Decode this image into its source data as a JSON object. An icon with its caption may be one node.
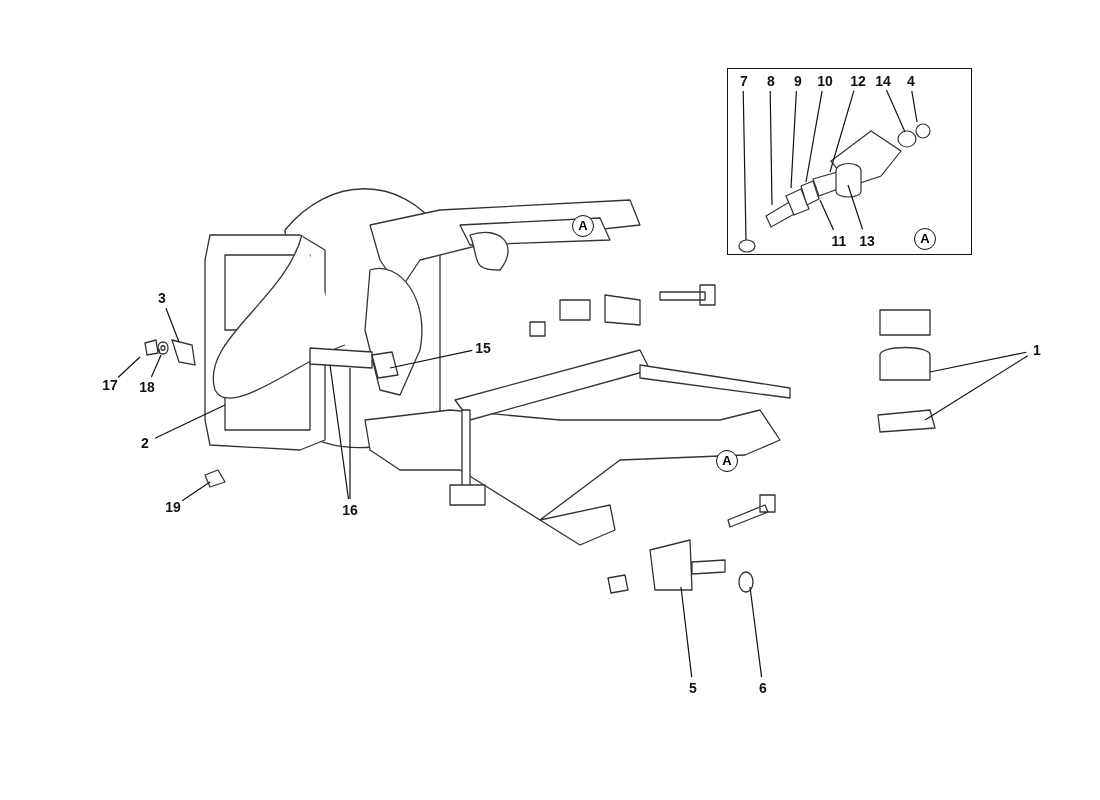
{
  "diagram": {
    "nodes": [
      {
        "text": [],
        "shape": "box"
      },
      {
        "text": [
          "7"
        ],
        "in": 0
      },
      {
        "text": [
          "8"
        ],
        "in": 0
      },
      {
        "text": [
          "9"
        ],
        "in": 0
      },
      {
        "text": [
          "10"
        ],
        "in": 0
      },
      {
        "text": [
          "12"
        ],
        "in": 0
      },
      {
        "text": [
          "14"
        ],
        "in": 0
      },
      {
        "text": [
          "4"
        ],
        "in": 0
      },
      {
        "text": [
          "11"
        ],
        "in": 0
      },
      {
        "text": [
          "13"
        ],
        "in": 0
      },
      {
        "text": [
          "A"
        ],
        "in": 0
      },
      {
        "text": [
          "A"
        ]
      },
      {
        "text": [
          "3"
        ]
      },
      {
        "text": [
          "15"
        ]
      },
      {
        "text": [
          "1"
        ]
      },
      {
        "text": [
          "17"
        ]
      },
      {
        "text": [
          "18"
        ]
      },
      {
        "text": [
          "2"
        ]
      },
      {
        "text": [
          "A"
        ]
      },
      {
        "text": [
          "16"
        ]
      },
      {
        "text": [
          "19"
        ]
      },
      {
        "text": [
          "5"
        ]
      },
      {
        "text": [
          "6"
        ]
      },
      {
        "text": [],
        "shape": "picture"
      },
      {
        "text": [],
        "shape": "picture"
      }
    ],
    "edges": [
      {
        "from": 1,
        "to": null,
        "arrow": "none"
      },
      {
        "from": 2,
        "to": null,
        "arrow": "none"
      },
      {
        "from": 3,
        "to": null,
        "arrow": "none"
      },
      {
        "from": 4,
        "to": null,
        "arrow": "none"
      },
      {
        "from": 5,
        "to": null,
        "arrow": "none"
      },
      {
        "from": 6,
        "to": null,
        "arrow": "none"
      },
      {
        "from": 7,
        "to": null,
        "arrow": "none"
      },
      {
        "from": 8,
        "to": null,
        "arrow": "none"
      },
      {
        "from": 9,
        "to": null,
        "arrow": "none"
      },
      {
        "from": 12,
        "to": 24,
        "arrow": "none"
      },
      {
        "from": 13,
        "to": null,
        "arrow": "none"
      },
      {
        "from": 14,
        "to": null,
        "arrow": "none"
      },
      {
        "from": 14,
        "to": null,
        "arrow": "none"
      },
      {
        "from": 15,
        "to": null,
        "arrow": "none"
      },
      {
        "from": 16,
        "to": 23,
        "arrow": "none"
      },
      {
        "from": 17,
        "to": null,
        "arrow": "none"
      },
      {
        "from": 19,
        "to": null,
        "arrow": "none"
      },
      {
        "from": 19,
        "to": null,
        "arrow": "none"
      },
      {
        "from": 20,
        "to": null,
        "arrow": "none"
      },
      {
        "from": 21,
        "to": null,
        "arrow": "none"
      },
      {
        "from": 22,
        "to": null,
        "arrow": "none"
      }
    ]
  }
}
